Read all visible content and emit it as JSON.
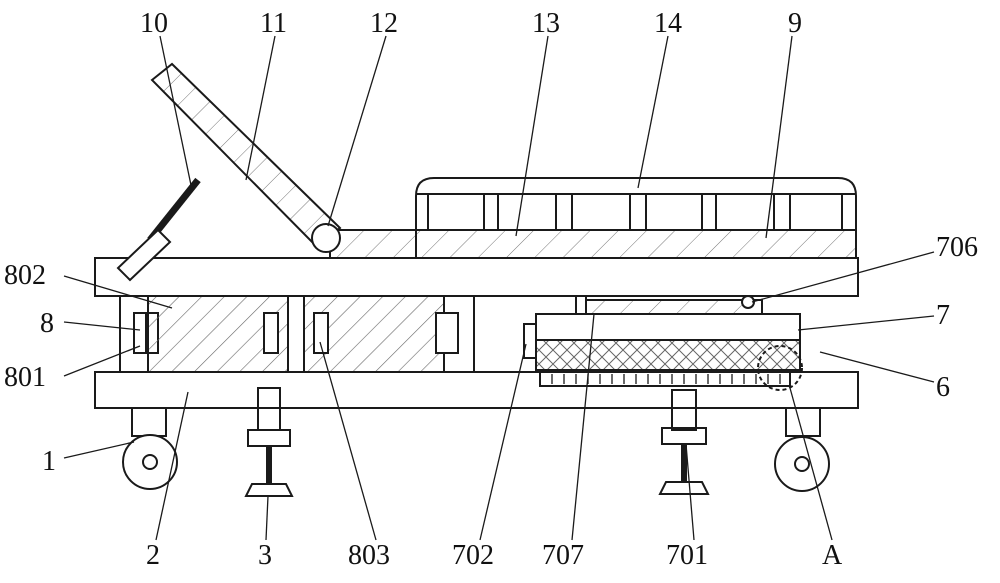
{
  "labels": {
    "l10": "10",
    "l11": "11",
    "l12": "12",
    "l13": "13",
    "l14": "14",
    "l9": "9",
    "l706": "706",
    "l802": "802",
    "l8": "8",
    "l801": "801",
    "l7": "7",
    "l6": "6",
    "l1": "1",
    "l2": "2",
    "l3": "3",
    "l803": "803",
    "l702": "702",
    "l707": "707",
    "l701": "701",
    "lA": "A"
  },
  "colors": {
    "line": "#1a1a1a",
    "hatch": "#555555",
    "background": "#ffffff"
  }
}
